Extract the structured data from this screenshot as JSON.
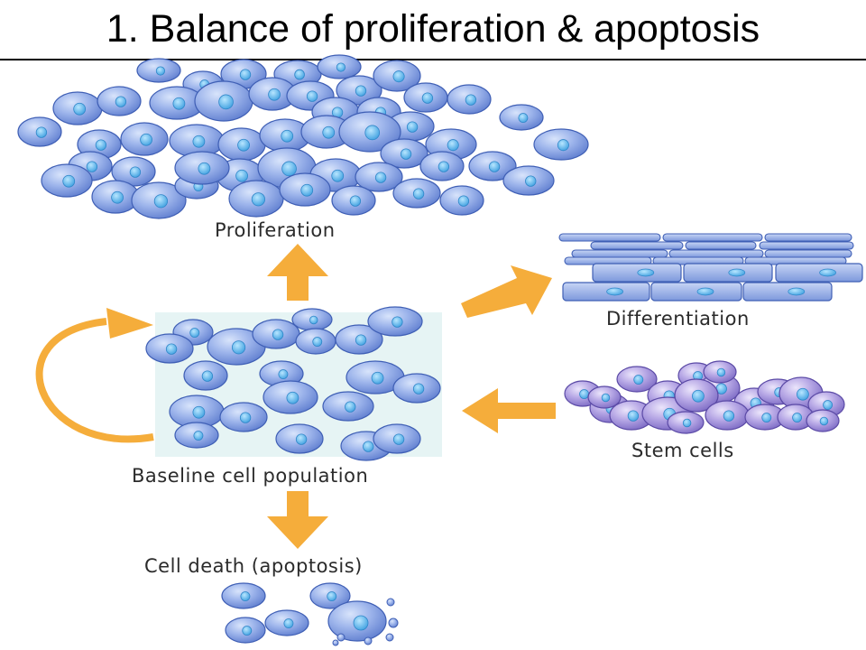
{
  "title": "1. Balance of proliferation & apoptosis",
  "labels": {
    "proliferation": "Proliferation",
    "differentiation": "Differentiation",
    "stem_cells": "Stem cells",
    "baseline": "Baseline cell population",
    "cell_death": "Cell death (apoptosis)"
  },
  "colors": {
    "arrow": "#f5ad3b",
    "cell_fill": "#8fa9e6",
    "cell_edge": "#3f5fb5",
    "nucleus": "#5fb8ee",
    "stem_fill": "#b3a6e3",
    "baseline_bg": "#e6f4f4"
  }
}
